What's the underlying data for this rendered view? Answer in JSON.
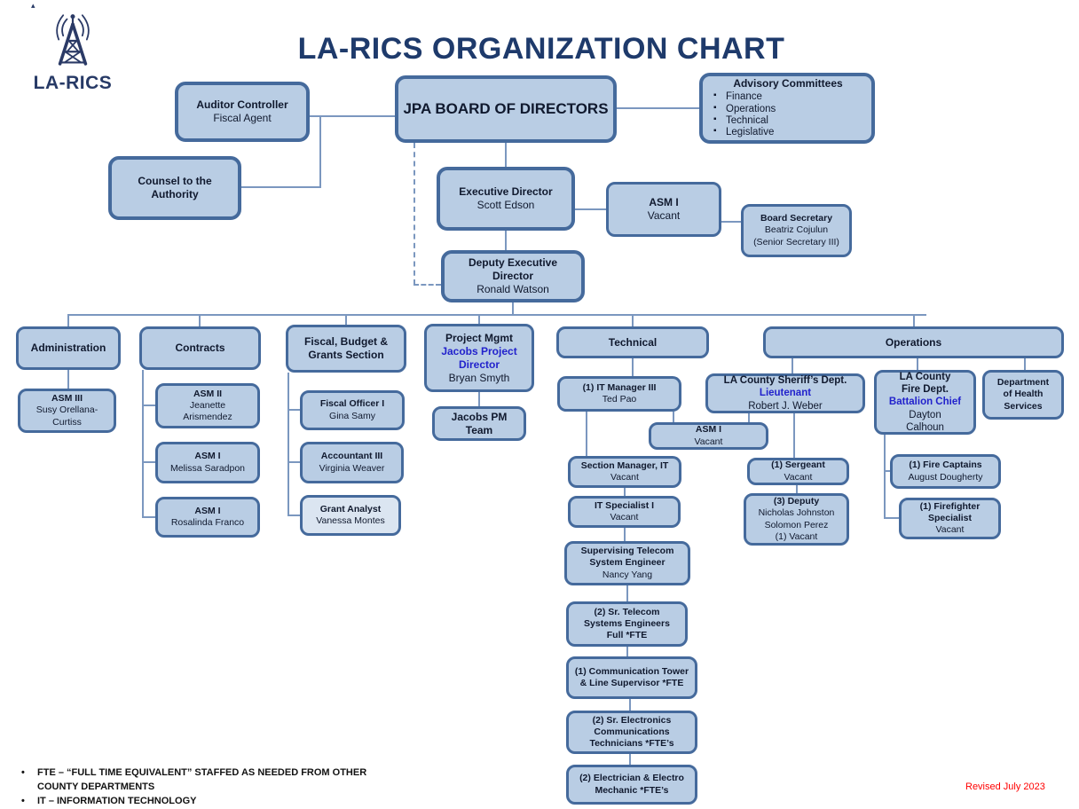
{
  "title": "LA-RICS ORGANIZATION CHART",
  "logo": {
    "text": "LA-RICS",
    "icon": "radio-tower-icon"
  },
  "boxes": {
    "auditor": {
      "role": "Auditor Controller",
      "name": "Fiscal Agent"
    },
    "jpa": {
      "role": "JPA BOARD OF DIRECTORS"
    },
    "advisory": {
      "title": "Advisory Committees",
      "items": [
        "Finance",
        "Operations",
        "Technical",
        "Legislative"
      ]
    },
    "counsel": {
      "role": "Counsel to the Authority"
    },
    "exec": {
      "role": "Executive Director",
      "name": "Scott Edson"
    },
    "asm1_exec": {
      "role": "ASM I",
      "name": "Vacant"
    },
    "board_secretary": {
      "role": "Board Secretary",
      "name": "Beatriz Cojulun",
      "extra": "(Senior Secretary III)"
    },
    "deputy": {
      "role": "Deputy Executive Director",
      "name": "Ronald Watson"
    },
    "administration": {
      "role": "Administration"
    },
    "contracts": {
      "role": "Contracts"
    },
    "fiscal": {
      "role": "Fiscal, Budget & Grants Section"
    },
    "project": {
      "role": "Project Mgmt",
      "subrole": "Jacobs Project Director",
      "name": "Bryan Smyth"
    },
    "technical": {
      "role": "Technical"
    },
    "operations": {
      "role": "Operations"
    },
    "asm3": {
      "role": "ASM III",
      "name": "Susy Orellana-Curtiss"
    },
    "asm2": {
      "role": "ASM II",
      "name": "Jeanette Arismendez"
    },
    "asm1_m": {
      "role": "ASM I",
      "name": "Melissa Saradpon"
    },
    "asm1_r": {
      "role": "ASM I",
      "name": "Rosalinda Franco"
    },
    "fiscal_officer": {
      "role": "Fiscal Officer I",
      "name": "Gina Samy"
    },
    "accountant": {
      "role": "Accountant III",
      "name": "Virginia Weaver"
    },
    "grant_analyst": {
      "role": "Grant Analyst",
      "name": "Vanessa Montes"
    },
    "jacobs_team": {
      "role": "Jacobs PM Team"
    },
    "it_manager": {
      "role": "(1) IT Manager III",
      "name": "Ted Pao"
    },
    "asm1_tech": {
      "role": "ASM I",
      "name": "Vacant"
    },
    "section_manager": {
      "role": "Section Manager, IT",
      "name": "Vacant"
    },
    "it_specialist": {
      "role": "IT Specialist I",
      "name": "Vacant"
    },
    "supervising_telecom": {
      "role": "Supervising Telecom System Engineer",
      "name": "Nancy Yang"
    },
    "sr_telecom": {
      "role": "(2) Sr. Telecom Systems Engineers Full *FTE"
    },
    "comm_tower": {
      "role": "(1) Communication Tower & Line Supervisor *FTE"
    },
    "sr_electronics": {
      "role": "(2) Sr. Electronics Communications Technicians *FTE’s"
    },
    "electrician": {
      "role": "(2) Electrician & Electro Mechanic *FTE’s"
    },
    "sheriff": {
      "role": "LA County Sheriff’s Dept.",
      "subrole": "Lieutenant",
      "name": "Robert J. Weber"
    },
    "sergeant": {
      "role": "(1) Sergeant",
      "name": "Vacant"
    },
    "deputies": {
      "role": "(3) Deputy",
      "name": "Nicholas Johnston",
      "name2": "Solomon Perez",
      "name3": "(1) Vacant"
    },
    "fire": {
      "role": "LA County Fire Dept.",
      "subrole": "Battalion Chief",
      "name": "Dayton Calhoun"
    },
    "fire_captains": {
      "role": "(1) Fire Captains",
      "name": "August Dougherty"
    },
    "firefighter": {
      "role": "(1) Firefighter Specialist",
      "name": "Vacant"
    },
    "health": {
      "role": "Department of Health Services"
    }
  },
  "footer": {
    "notes": [
      "FTE – “FULL TIME EQUIVALENT” STAFFED AS NEEDED FROM OTHER COUNTY DEPARTMENTS",
      "IT – INFORMATION TECHNOLOGY"
    ],
    "revised": "Revised July 2023"
  },
  "colors": {
    "box_fill": "#b9cde4",
    "box_fill_light": "#dbe5f1",
    "box_border": "#456a9c",
    "connector": "#7b97bf",
    "title_navy": "#1e3a6b",
    "accent_blue_text": "#2222cc",
    "revised_red": "#ff0000"
  }
}
